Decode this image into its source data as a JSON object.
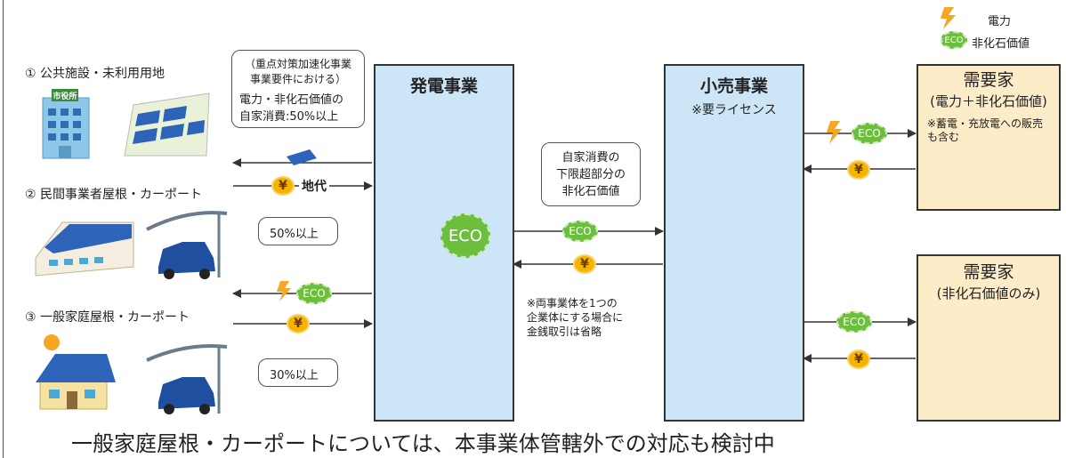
{
  "legend": {
    "power": "電力",
    "nonfossil": "非化石価値",
    "eco": "ECO"
  },
  "sources": {
    "s1": "① 公共施設・未利用用地",
    "s2": "② 民間事業者屋根・カーポート",
    "s3": "③ 一般家庭屋根・カーポート",
    "city_hall_sign": "市役所"
  },
  "callouts": {
    "c1_line1": "（重点対策加速化事業",
    "c1_line2": "事業要件における）",
    "c1_line3": "電力・非化石価値の",
    "c1_line4": "自家消費:50%以上",
    "c2": "50%以上",
    "c3": "30%以上",
    "center_line1": "自家消費の",
    "center_line2": "下限超部分の",
    "center_line3": "非化石価値"
  },
  "labels": {
    "chidai": "地代",
    "yen": "¥",
    "note_line1": "※両事業体を1つの",
    "note_line2": "企業体にする場合に",
    "note_line3": "金銭取引は省略"
  },
  "boxes": {
    "generation": "発電事業",
    "retail": "小売事業",
    "retail_note": "※要ライセンス",
    "consumer1_title": "需要家",
    "consumer1_sub": "(電力＋非化石価値)",
    "consumer1_note": "※蓄電・充放電への販売も含む",
    "consumer2_title": "需要家",
    "consumer2_sub": "(非化石価値のみ)"
  },
  "footer": "一般家庭屋根・カーポートについては、本事業体管轄外での対応も検討中",
  "colors": {
    "blue_box": "#cce6f8",
    "beige_box": "#fdecc8",
    "eco_green": "#6cbf3c",
    "yen_yellow": "#f4b400",
    "lightning": "#f5a623"
  }
}
